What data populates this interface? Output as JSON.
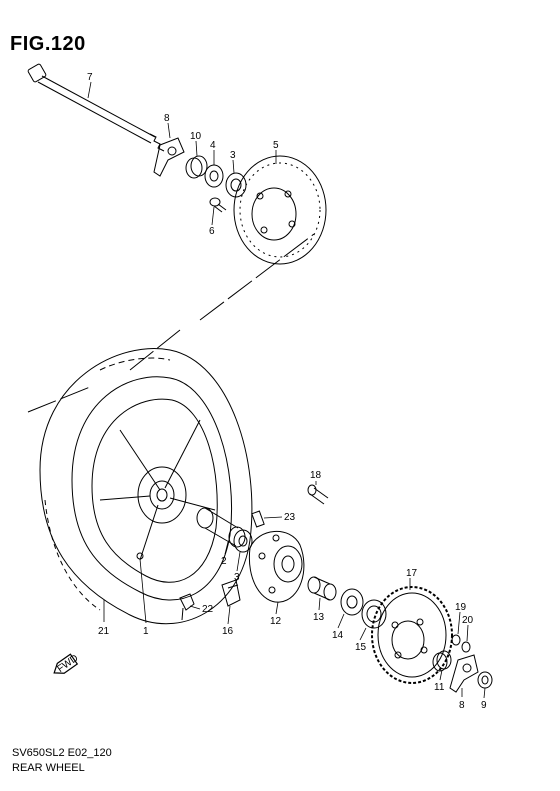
{
  "figure": {
    "title": "FIG.120",
    "code": "SV650SL2 E02_120",
    "name": "REAR WHEEL"
  },
  "callouts": [
    "7",
    "8",
    "10",
    "4",
    "3",
    "5",
    "6",
    "18",
    "23",
    "17",
    "2",
    "3",
    "22",
    "16",
    "12",
    "13",
    "14",
    "15",
    "19",
    "20",
    "11",
    "8",
    "9",
    "21",
    "1"
  ],
  "fwd_label": "FWD",
  "colors": {
    "line": "#000000",
    "background": "#ffffff"
  }
}
